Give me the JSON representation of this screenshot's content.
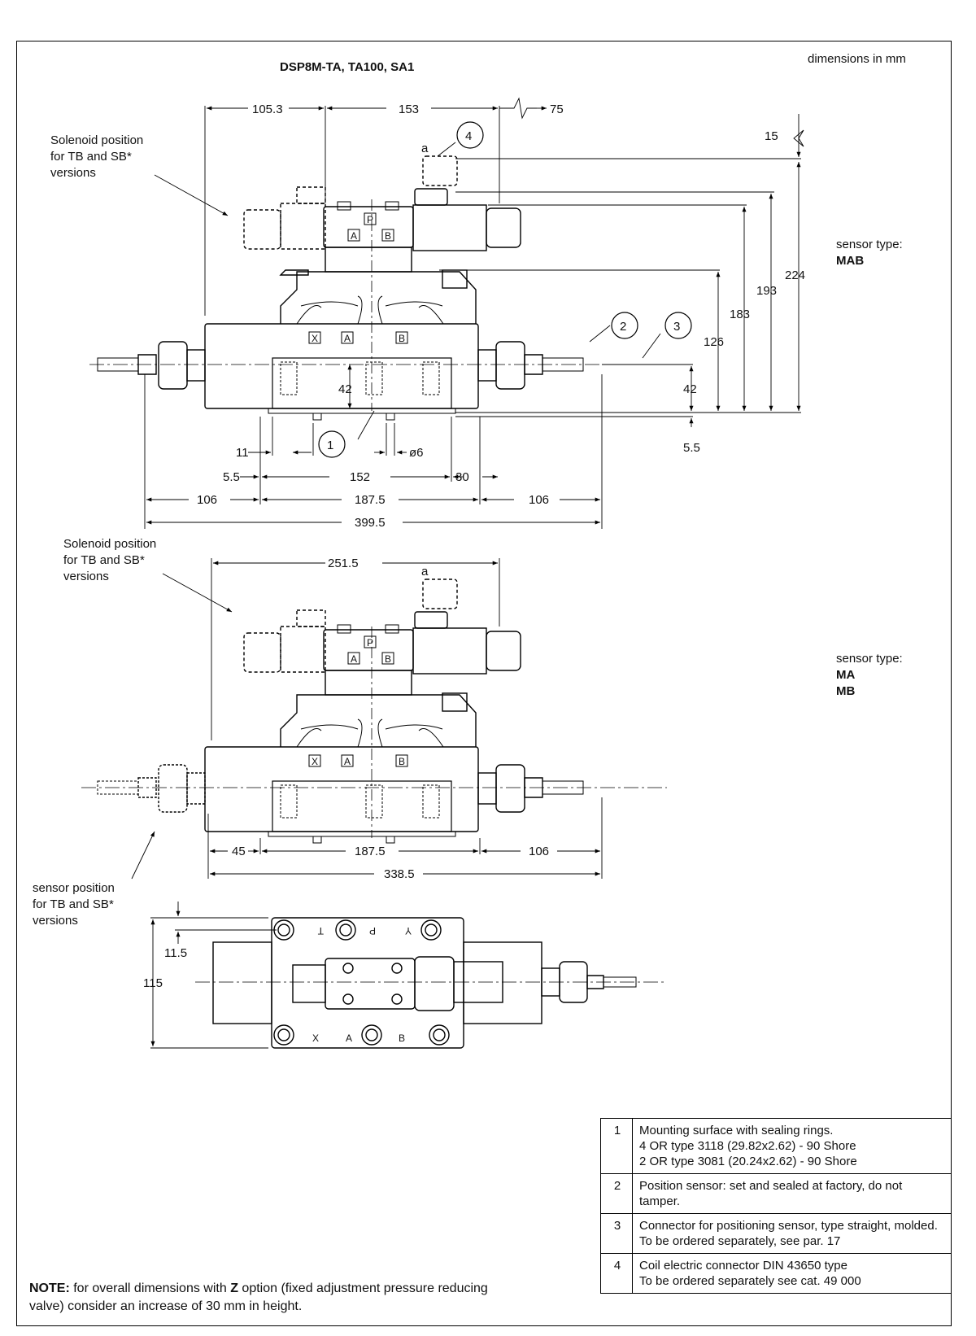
{
  "header": {
    "title": "DSP8M-TA, TA100, SA1",
    "units": "dimensions in mm"
  },
  "view_top": {
    "solenoid_note": [
      "Solenoid position",
      "for TB and SB*",
      "versions"
    ],
    "sensor_type_label": "sensor type:",
    "sensor_type_value": "MAB",
    "dims": {
      "d105_3": "105.3",
      "d153": "153",
      "d75": "75",
      "d15": "15",
      "d224": "224",
      "d193": "193",
      "d183": "183",
      "d126": "126",
      "d42_right": "42",
      "d42_center": "42",
      "d5_5_right": "5.5",
      "d11": "11",
      "d5_5_left": "5.5",
      "d152": "152",
      "d30": "30",
      "d6": "ø6",
      "d106_left": "106",
      "d187_5": "187.5",
      "d106_right": "106",
      "d399_5": "399.5"
    },
    "callouts": [
      "1",
      "2",
      "3",
      "4"
    ],
    "letter_a": "a"
  },
  "view_middle": {
    "solenoid_note": [
      "Solenoid position",
      "for TB and SB*",
      "versions"
    ],
    "sensor_note": [
      "sensor position",
      "for TB and SB*",
      "versions"
    ],
    "sensor_type_label": "sensor type:",
    "sensor_type_values": [
      "MA",
      "MB"
    ],
    "dims": {
      "d251_5": "251.5",
      "d45": "45",
      "d187_5": "187.5",
      "d106": "106",
      "d338_5": "338.5"
    },
    "letter_a": "a"
  },
  "view_bottom": {
    "dims": {
      "d11_5": "11.5",
      "d115": "115"
    },
    "port_labels_top": [
      "T",
      "P",
      "Y"
    ],
    "port_labels_bottom": [
      "X",
      "A",
      "B"
    ]
  },
  "port_letters": {
    "p": "P",
    "a": "A",
    "b": "B",
    "x": "X"
  },
  "legend": [
    {
      "num": "1",
      "lines": [
        "Mounting surface with sealing rings.",
        "4 OR type 3118 (29.82x2.62) - 90 Shore",
        "2 OR type 3081 (20.24x2.62) - 90 Shore"
      ]
    },
    {
      "num": "2",
      "lines": [
        "Position sensor: set and sealed at factory, do not tamper."
      ]
    },
    {
      "num": "3",
      "lines": [
        "Connector for positioning sensor, type straight, molded.",
        "To be ordered separately, see par. 17"
      ]
    },
    {
      "num": "4",
      "lines": [
        "Coil electric connector  DIN 43650 type",
        "To be ordered separately see cat. 49 000"
      ]
    }
  ],
  "note": {
    "label": "NOTE:",
    "text_before": " for overall dimensions with ",
    "option": "Z",
    "text_after": " option (fixed adjustment pressure reducing valve) consider an increase of 30 mm in height."
  }
}
